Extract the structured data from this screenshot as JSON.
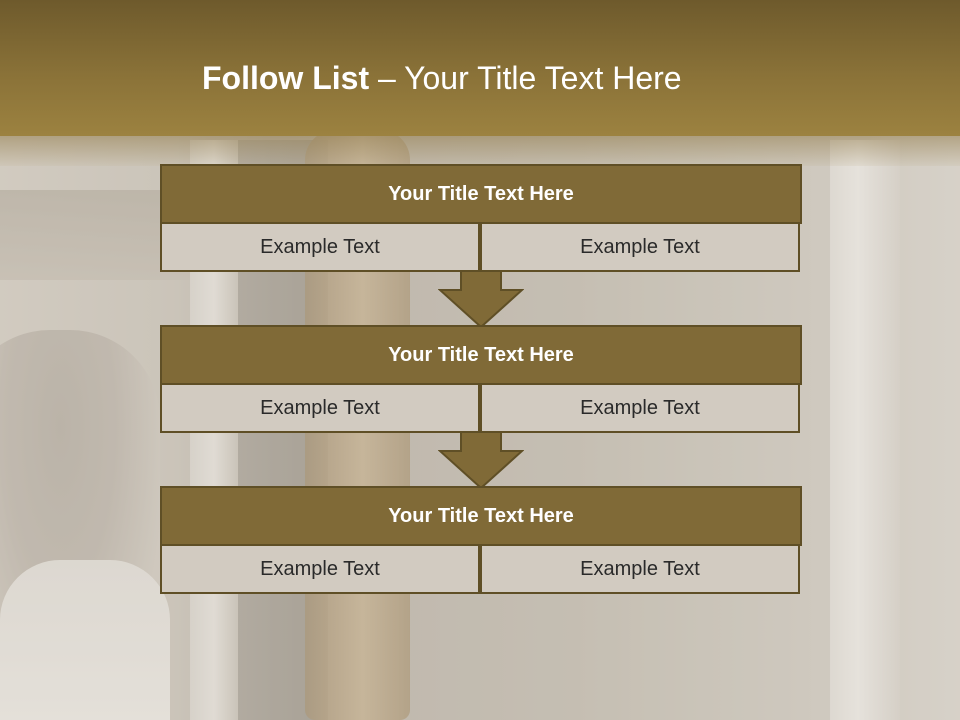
{
  "slide": {
    "title_bold": "Follow List",
    "title_rest": " – Your Title Text Here"
  },
  "steps": [
    {
      "title": "Your Title Text Here",
      "left": "Example Text",
      "right": "Example Text"
    },
    {
      "title": "Your Title Text Here",
      "left": "Example Text",
      "right": "Example Text"
    },
    {
      "title": "Your Title Text Here",
      "left": "Example Text",
      "right": "Example Text"
    }
  ],
  "colors": {
    "header": "#8a7238",
    "block_title": "#806a37",
    "cell": "#d2cbc1",
    "border": "#5f4f26"
  }
}
